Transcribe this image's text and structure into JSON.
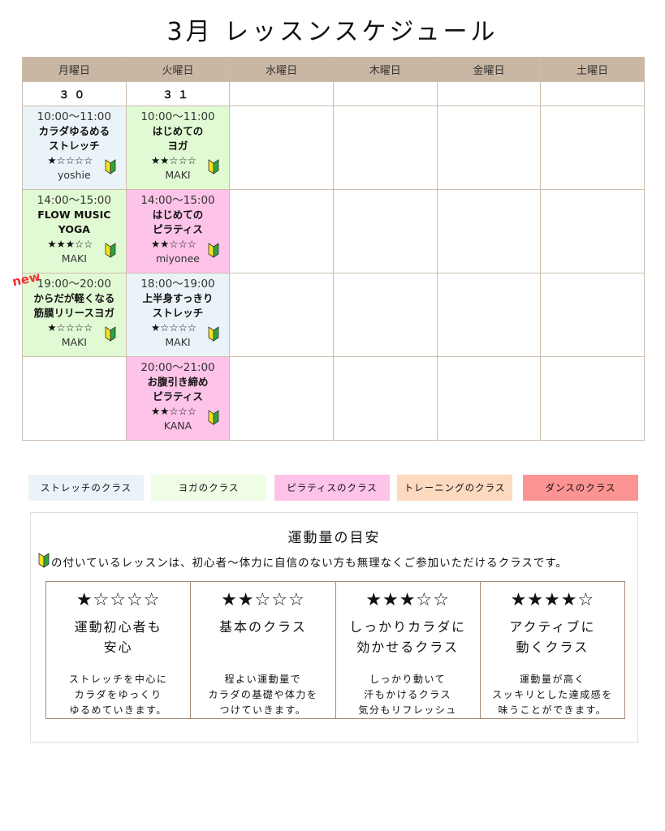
{
  "title": "3月 レッスンスケジュール",
  "days": [
    "月曜日",
    "火曜日",
    "水曜日",
    "木曜日",
    "金曜日",
    "土曜日"
  ],
  "dates": [
    "３０",
    "３１",
    "",
    "",
    "",
    ""
  ],
  "colors": {
    "stretch": "#eaf3f7",
    "yoga": "#e2fad4",
    "pilates": "#fdc3e8",
    "training": "#fdd9c0",
    "dance": "#fd9494",
    "header": "#c9b6a3"
  },
  "rows": [
    [
      {
        "type": "stretch",
        "time": "10:00～11:00",
        "name": "カラダゆるめる\nストレッチ",
        "stars": "★☆☆☆☆",
        "teacher": "yoshie",
        "beginner": true
      },
      {
        "type": "yoga",
        "time": "10:00～11:00",
        "name": "はじめての\nヨガ",
        "stars": "★★☆☆☆",
        "teacher": "MAKI",
        "beginner": true
      }
    ],
    [
      {
        "type": "yoga",
        "time": "14:00～15:00",
        "name": "FLOW MUSIC\nYOGA",
        "stars": "★★★☆☆",
        "teacher": "MAKI",
        "beginner": true
      },
      {
        "type": "pilates",
        "time": "14:00～15:00",
        "name": "はじめての\nピラティス",
        "stars": "★★☆☆☆",
        "teacher": "miyonee",
        "beginner": true
      }
    ],
    [
      {
        "type": "yoga",
        "time": "19:00～20:00",
        "name": "からだが軽くなる\n筋膜リリースヨガ",
        "stars": "★☆☆☆☆",
        "teacher": "MAKI",
        "beginner": true,
        "badge": "new"
      },
      {
        "type": "stretch",
        "time": "18:00～19:00",
        "name": "上半身すっきり\nストレッチ",
        "stars": "★☆☆☆☆",
        "teacher": "MAKI",
        "beginner": true
      }
    ],
    [
      null,
      {
        "type": "pilates",
        "time": "20:00～21:00",
        "name": "お腹引き締め\nピラティス",
        "stars": "★★☆☆☆",
        "teacher": "KANA",
        "beginner": true
      }
    ]
  ],
  "legend": [
    {
      "label": "ストレッチのクラス",
      "color": "#eaf3f7"
    },
    {
      "label": "ヨガのクラス",
      "color": "#effde6"
    },
    {
      "label": "ピラティスのクラス",
      "color": "#fdc3e8"
    },
    {
      "label": "トレーニングのクラス",
      "color": "#fdd9c0"
    },
    {
      "label": "ダンスのクラス",
      "color": "#fd9494"
    }
  ],
  "guide": {
    "title": "運動量の目安",
    "note": "の付いているレッスンは、初心者～体力に自信のない方も無理なくご参加いただけるクラスです。",
    "levels": [
      {
        "stars": "★☆☆☆☆",
        "name": "運動初心者も\n安心",
        "desc": "ストレッチを中心に\nカラダをゆっくり\nゆるめていきます。"
      },
      {
        "stars": "★★☆☆☆",
        "name": "基本のクラス",
        "desc": "程よい運動量で\nカラダの基礎や体力を\nつけていきます。"
      },
      {
        "stars": "★★★☆☆",
        "name": "しっかりカラダに\n効かせるクラス",
        "desc": "しっかり動いて\n汗もかけるクラス\n気分もリフレッシュ"
      },
      {
        "stars": "★★★★☆",
        "name": "アクティブに\n動くクラス",
        "desc": "運動量が高く\nスッキリとした達成感を\n味うことができます。"
      }
    ]
  }
}
